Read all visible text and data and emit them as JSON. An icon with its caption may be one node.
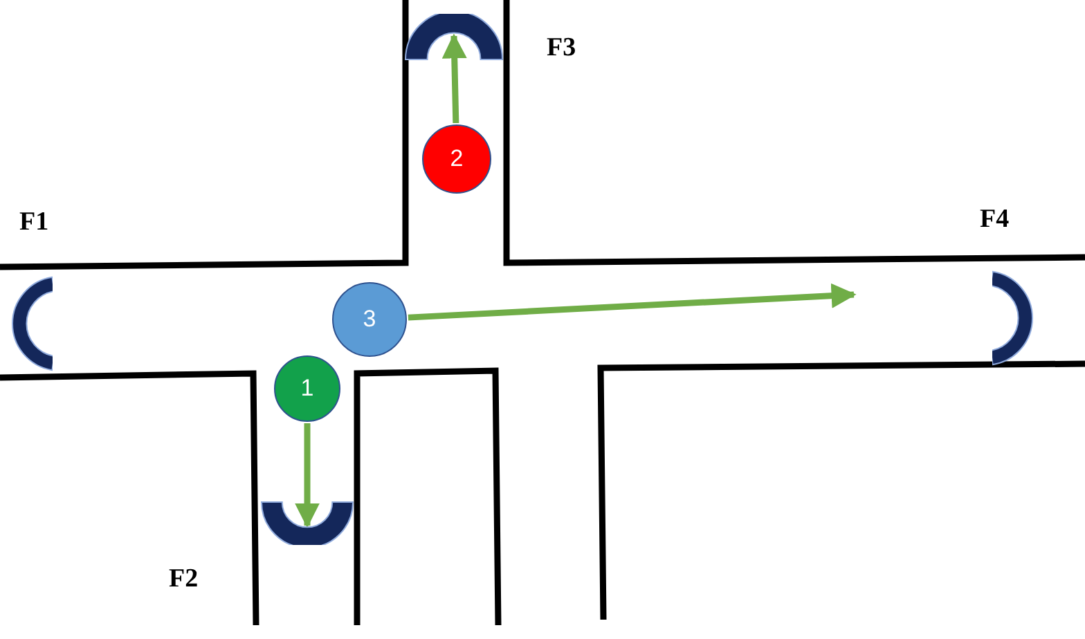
{
  "diagram": {
    "nodes": [
      {
        "text": [
          "1"
        ]
      },
      {
        "text": [
          "2"
        ]
      },
      {
        "text": [
          "3"
        ]
      },
      {
        "text": [],
        "shape": "arc",
        "beside": [
          "F1"
        ]
      },
      {
        "text": [],
        "shape": "arc",
        "beside": [
          "F2"
        ]
      },
      {
        "text": [],
        "shape": "arc",
        "beside": [
          "F3"
        ]
      },
      {
        "text": [],
        "shape": "arc",
        "beside": [
          "F4"
        ]
      }
    ],
    "edges": [
      {
        "from": 0,
        "to": 4,
        "arrow": "to"
      },
      {
        "from": 1,
        "to": 5,
        "arrow": "to"
      },
      {
        "from": 2,
        "to": null,
        "arrow": "to"
      }
    ]
  }
}
